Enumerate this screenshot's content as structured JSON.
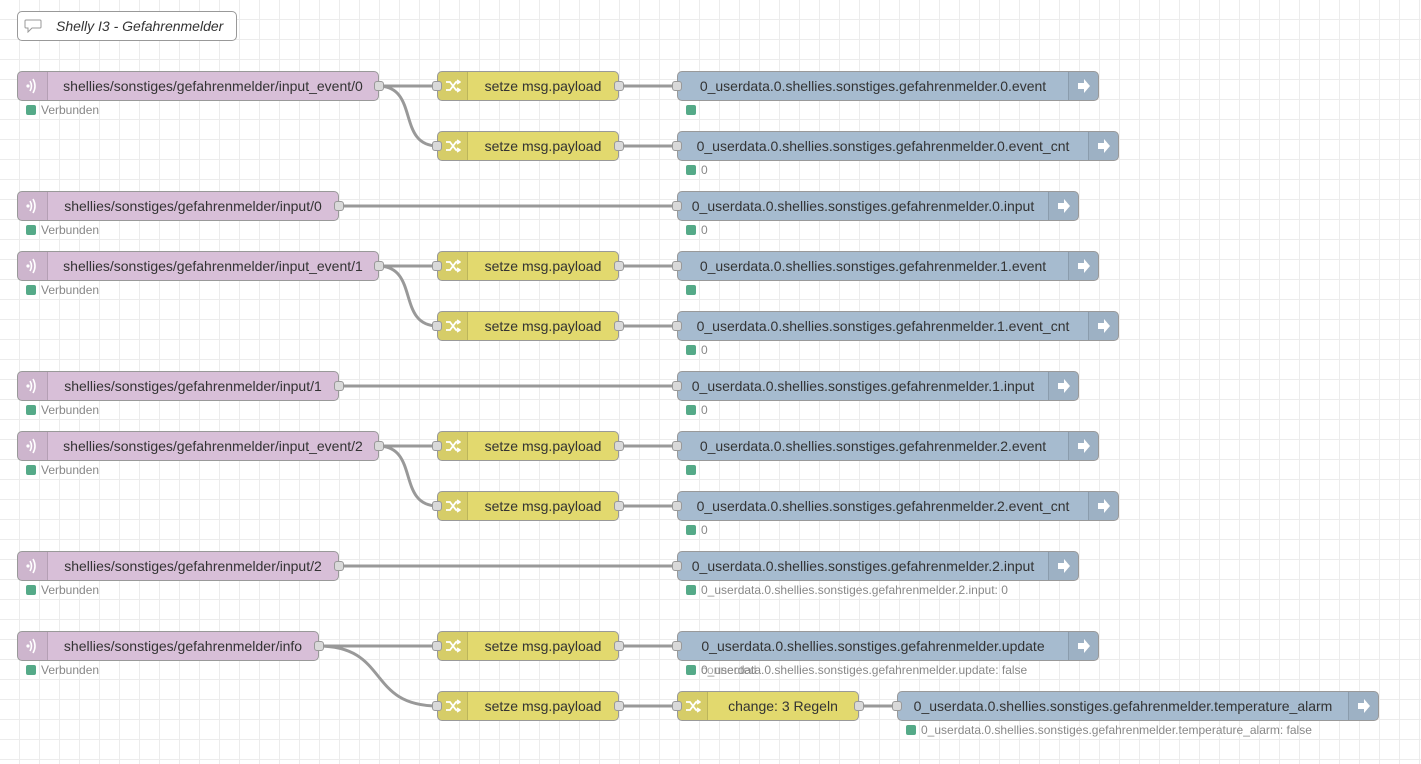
{
  "comment": {
    "text": "Shelly I3 - Gefahrenmelder"
  },
  "node_kinds": {
    "mqtt_in": {
      "icon": "bridge-icon",
      "color": "#d8bfd8"
    },
    "change": {
      "icon": "shuffle-icon",
      "color": "#e2d96e"
    },
    "iobroker_out": {
      "icon": "arrow-right-icon",
      "color": "#a6bbcf"
    }
  },
  "status_color": "#55aa88",
  "mqtt_nodes": [
    {
      "label": "shellies/sonstiges/gefahrenmelder/input_event/0",
      "status": "Verbunden"
    },
    {
      "label": "shellies/sonstiges/gefahrenmelder/input/0",
      "status": "Verbunden"
    },
    {
      "label": "shellies/sonstiges/gefahrenmelder/input_event/1",
      "status": "Verbunden"
    },
    {
      "label": "shellies/sonstiges/gefahrenmelder/input/1",
      "status": "Verbunden"
    },
    {
      "label": "shellies/sonstiges/gefahrenmelder/input_event/2",
      "status": "Verbunden"
    },
    {
      "label": "shellies/sonstiges/gefahrenmelder/input/2",
      "status": "Verbunden"
    },
    {
      "label": "shellies/sonstiges/gefahrenmelder/info",
      "status": "Verbunden"
    }
  ],
  "change_nodes": [
    {
      "label": "setze msg.payload"
    },
    {
      "label": "setze msg.payload"
    },
    {
      "label": "setze msg.payload"
    },
    {
      "label": "setze msg.payload"
    },
    {
      "label": "setze msg.payload"
    },
    {
      "label": "setze msg.payload"
    },
    {
      "label": "setze msg.payload"
    },
    {
      "label": "setze msg.payload"
    },
    {
      "label": "change: 3 Regeln"
    }
  ],
  "iobroker_nodes": [
    {
      "label": "0_userdata.0.shellies.sonstiges.gefahrenmelder.0.event",
      "status": ""
    },
    {
      "label": "0_userdata.0.shellies.sonstiges.gefahrenmelder.0.event_cnt",
      "status": "0"
    },
    {
      "label": "0_userdata.0.shellies.sonstiges.gefahrenmelder.0.input",
      "status": "0"
    },
    {
      "label": "0_userdata.0.shellies.sonstiges.gefahrenmelder.1.event",
      "status": ""
    },
    {
      "label": "0_userdata.0.shellies.sonstiges.gefahrenmelder.1.event_cnt",
      "status": "0"
    },
    {
      "label": "0_userdata.0.shellies.sonstiges.gefahrenmelder.1.input",
      "status": "0"
    },
    {
      "label": "0_userdata.0.shellies.sonstiges.gefahrenmelder.2.event",
      "status": ""
    },
    {
      "label": "0_userdata.0.shellies.sonstiges.gefahrenmelder.2.event_cnt",
      "status": "0"
    },
    {
      "label": "0_userdata.0.shellies.sonstiges.gefahrenmelder.2.input",
      "status": "0_userdata.0.shellies.sonstiges.gefahrenmelder.2.input: 0"
    },
    {
      "label": "0_userdata.0.shellies.sonstiges.gefahrenmelder.update",
      "status": "0_userdata.0.shellies.sonstiges.gefahrenmelder.update: false",
      "status_overlay": "connected"
    },
    {
      "label": "0_userdata.0.shellies.sonstiges.gefahrenmelder.temperature_alarm",
      "status": "0_userdata.0.shellies.sonstiges.gefahrenmelder.temperature_alarm: false"
    }
  ]
}
